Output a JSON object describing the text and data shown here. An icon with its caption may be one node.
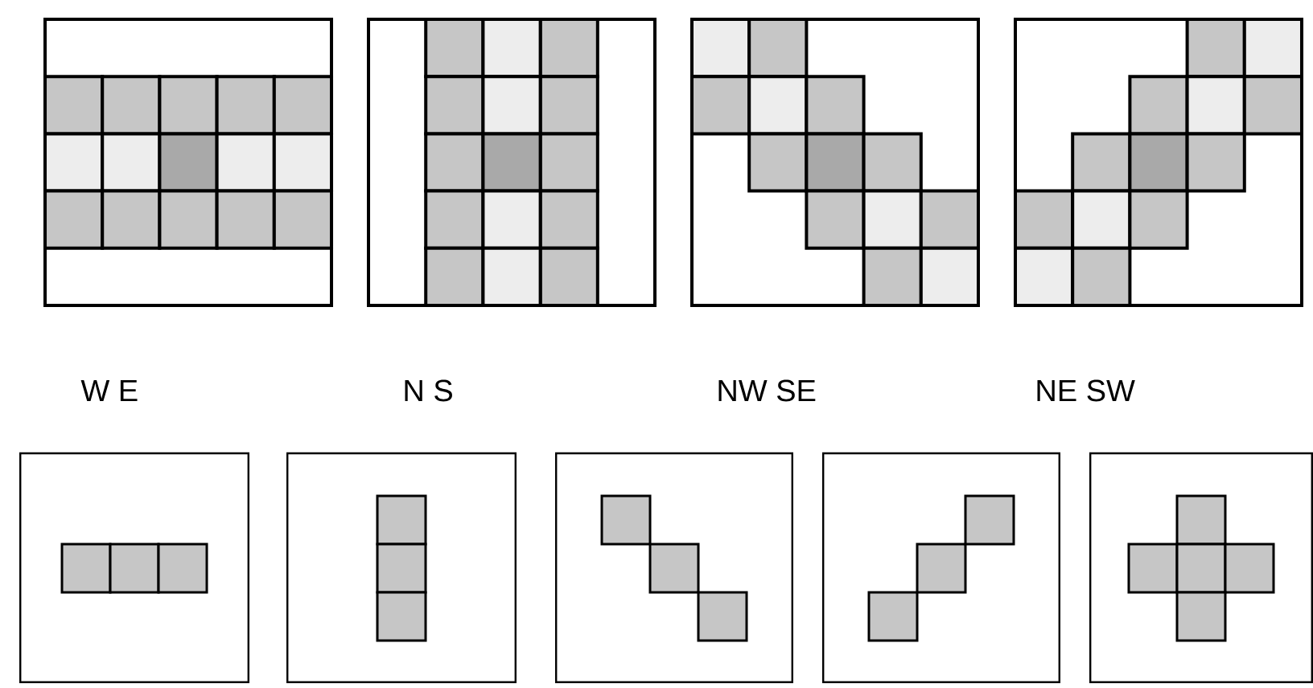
{
  "diagram": {
    "labels": [
      "W E",
      "N S",
      "NW SE",
      "NE SW"
    ]
  }
}
